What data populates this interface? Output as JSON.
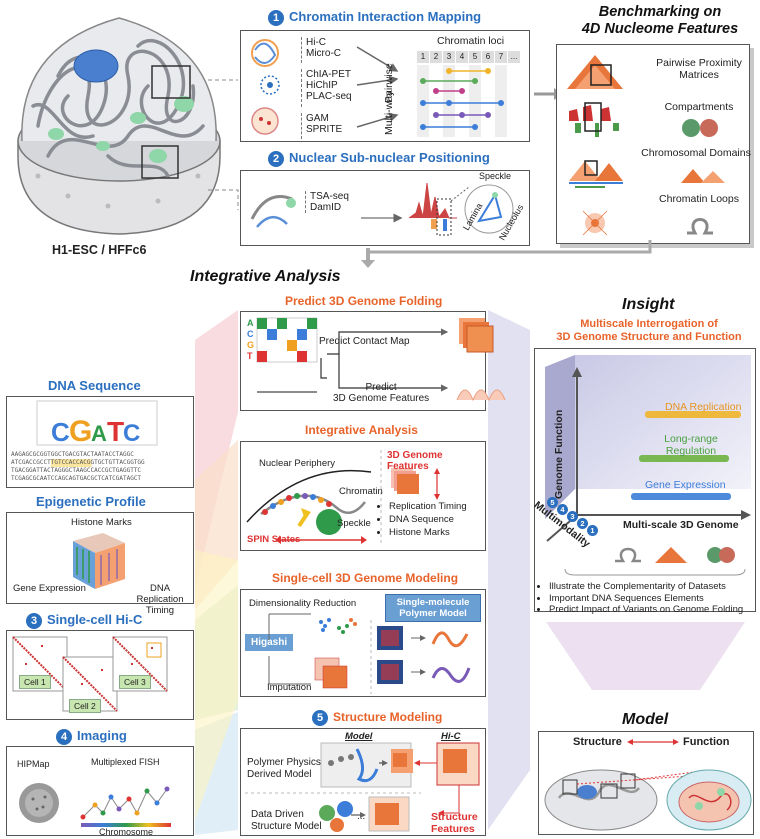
{
  "cell": {
    "label": "H1-ESC / HFFc6"
  },
  "mapping": {
    "number": "1",
    "title": "Chromatin Interaction Mapping",
    "methods_a": [
      "Hi-C",
      "Micro-C"
    ],
    "methods_b": [
      "ChIA-PET",
      "HiChIP",
      "PLAC-seq"
    ],
    "methods_c": [
      "GAM",
      "SPRITE"
    ],
    "pairwise": "Pairwise",
    "multiway": "Multi-way",
    "loci_title": "Chromatin loci",
    "loci": [
      "1",
      "2",
      "3",
      "4",
      "5",
      "6",
      "7",
      "..."
    ]
  },
  "positioning": {
    "number": "2",
    "title": "Nuclear Sub-nuclear Positioning",
    "methods": [
      "TSA-seq",
      "DamID"
    ],
    "speckle": "Speckle",
    "lamina": "Lamina",
    "nucleolus": "Nucleolus"
  },
  "benchmark": {
    "title_line1": "Benchmarking on",
    "title_line2": "4D Nucleome Features",
    "features": [
      "Pairwise Proximity Matrices",
      "Compartments",
      "Chromosomal Domains",
      "Chromatin Loops"
    ]
  },
  "integrative_title": "Integrative Analysis",
  "predict": {
    "title": "Predict 3D Genome Folding",
    "bases": [
      "A",
      "C",
      "G",
      "T"
    ],
    "contact": "Predict Contact Map",
    "features_line1": "Predict",
    "features_line2": "3D Genome Features"
  },
  "integrative": {
    "title": "Integrative Analysis",
    "periphery": "Nuclear Periphery",
    "chromatin": "Chromatin",
    "speckle": "Speckle",
    "spin": "SPIN States",
    "features_title": "3D Genome Features",
    "bullets": [
      "Replication Timing",
      "DNA Sequence",
      "Histone Marks"
    ]
  },
  "singlecell_model": {
    "title": "Single-cell 3D Genome Modeling",
    "dimred": "Dimensionality Reduction",
    "higashi": "Higashi",
    "imputation": "Imputation",
    "polymer_line1": "Single-molecule",
    "polymer_line2": "Polymer Model"
  },
  "structure": {
    "number": "5",
    "title": "Structure Modeling",
    "model_label": "Model",
    "hic_label": "Hi-C",
    "physics_line1": "Polymer Physics",
    "physics_line2": "Derived Model",
    "data_line1": "Data Driven",
    "data_line2": "Structure Model",
    "features_line1": "Structure",
    "features_line2": "Features",
    "ellipsis": "..."
  },
  "left": {
    "dna_title": "DNA Sequence",
    "seq_lines": [
      "AAGAGCGCGGTGGCTGACGTACTAATACCTAGGC",
      "ATCGACCGCCTTGTCCACCACGGTGCTGTTACGGTGG",
      "TGACGGATTACTAGGGCTAAGCCACCGCTGAGGTTC",
      "TCGAGCGCAATCCAGCAGTGACGCTCATCGATAGCT"
    ],
    "epi_title": "Epigenetic Profile",
    "histone": "Histone Marks",
    "gene_expr": "Gene Expression",
    "dna_rep_line1": "DNA Replication",
    "dna_rep_line2": "Timing",
    "sc_number": "3",
    "sc_title": "Single-cell Hi-C",
    "cells": [
      "Cell 1",
      "Cell 2",
      "Cell 3"
    ],
    "img_number": "4",
    "img_title": "Imaging",
    "hipmap": "HIPMap",
    "fish": "Multiplexed FISH",
    "chromosome": "Chromosome"
  },
  "insight": {
    "title": "Insight",
    "subtitle_line1": "Multiscale Interrogation of",
    "subtitle_line2": "3D Genome Structure and Function",
    "genome_function": "Genome Function",
    "multimodality": "Multimodality",
    "multiscale": "Multi-scale 3D Genome",
    "bars": [
      "DNA Replication",
      "Long-range Regulation",
      "Gene Expression"
    ],
    "bar_colors": [
      "#f0b429",
      "#6db33f",
      "#3b7dd8"
    ],
    "modality_numbers": [
      "5",
      "4",
      "3",
      "2",
      "1"
    ],
    "bullets": [
      "Illustrate the Complementarity of Datasets",
      "Important DNA Sequences Elements",
      "Predict Impact of Variants on Genome Folding"
    ]
  },
  "model": {
    "title": "Model",
    "structure": "Structure",
    "function": "Function"
  }
}
